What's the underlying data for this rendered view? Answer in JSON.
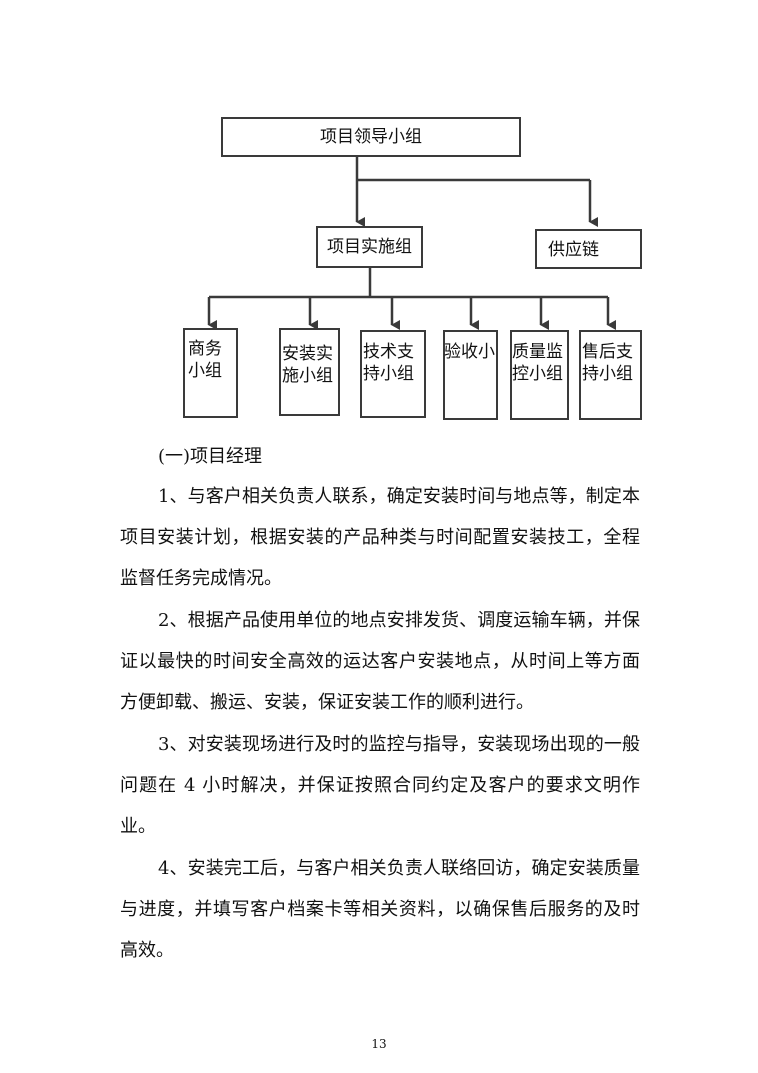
{
  "org_chart": {
    "top": "项目领导小组",
    "mid_left": "项目实施组",
    "mid_right": "供应链",
    "groups": [
      "商务\n小组",
      "安装实\n施小组",
      "技术支\n持小组",
      "验收小",
      "质量监\n控小组",
      "售后支\n持小组"
    ]
  },
  "document": {
    "heading": "(一)项目经理",
    "paragraphs": [
      "1、与客户相关负责人联系，确定安装时间与地点等，制定本项目安装计划，根据安装的产品种类与时间配置安装技工，全程监督任务完成情况。",
      "2、根据产品使用单位的地点安排发货、调度运输车辆，并保证以最快的时间安全高效的运达客户安装地点，从时间上等方面方便卸载、搬运、安装，保证安装工作的顺利进行。",
      "3、对安装现场进行及时的监控与指导，安装现场出现的一般问题在 4 小时解决，并保证按照合同约定及客户的要求文明作业。",
      "4、安装完工后，与客户相关负责人联络回访，确定安装质量与进度，并填写客户档案卡等相关资料，以确保售后服务的及时高效。"
    ],
    "page_number": "13"
  }
}
